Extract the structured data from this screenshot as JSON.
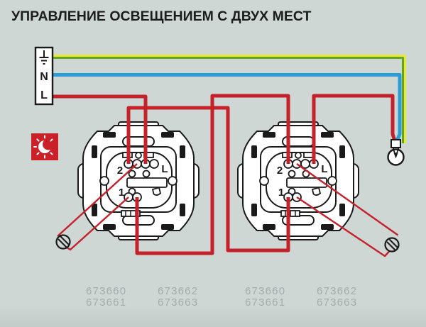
{
  "title": "УПРАВЛЕНИЕ ОСВЕЩЕНИЕМ С ДВУХ МЕСТ",
  "supply_block": {
    "earth_icon": "earth-symbol",
    "neutral_label": "N",
    "live_label": "L"
  },
  "switch_1": {
    "terminal_2": "2",
    "terminal_1": "1",
    "terminal_l": "L"
  },
  "switch_2": {
    "terminal_2": "2",
    "terminal_1": "1",
    "terminal_l": "L"
  },
  "catalog_numbers": {
    "col1": [
      "673660",
      "673661"
    ],
    "col2": [
      "673662",
      "673663"
    ],
    "col3": [
      "673660",
      "673661"
    ],
    "col4": [
      "673662",
      "673663"
    ]
  },
  "colors": {
    "background": "#cfd7d4",
    "wire_live_red": "#c5212a",
    "wire_neutral_blue": "#2b9cd6",
    "wire_earth_yellow": "#e6e93a",
    "wire_earth_green": "#64a51f",
    "night_icon_red": "#cb2027",
    "line_art_black": "#1a1a1a",
    "catalog_text_gray": "#a2adab"
  }
}
